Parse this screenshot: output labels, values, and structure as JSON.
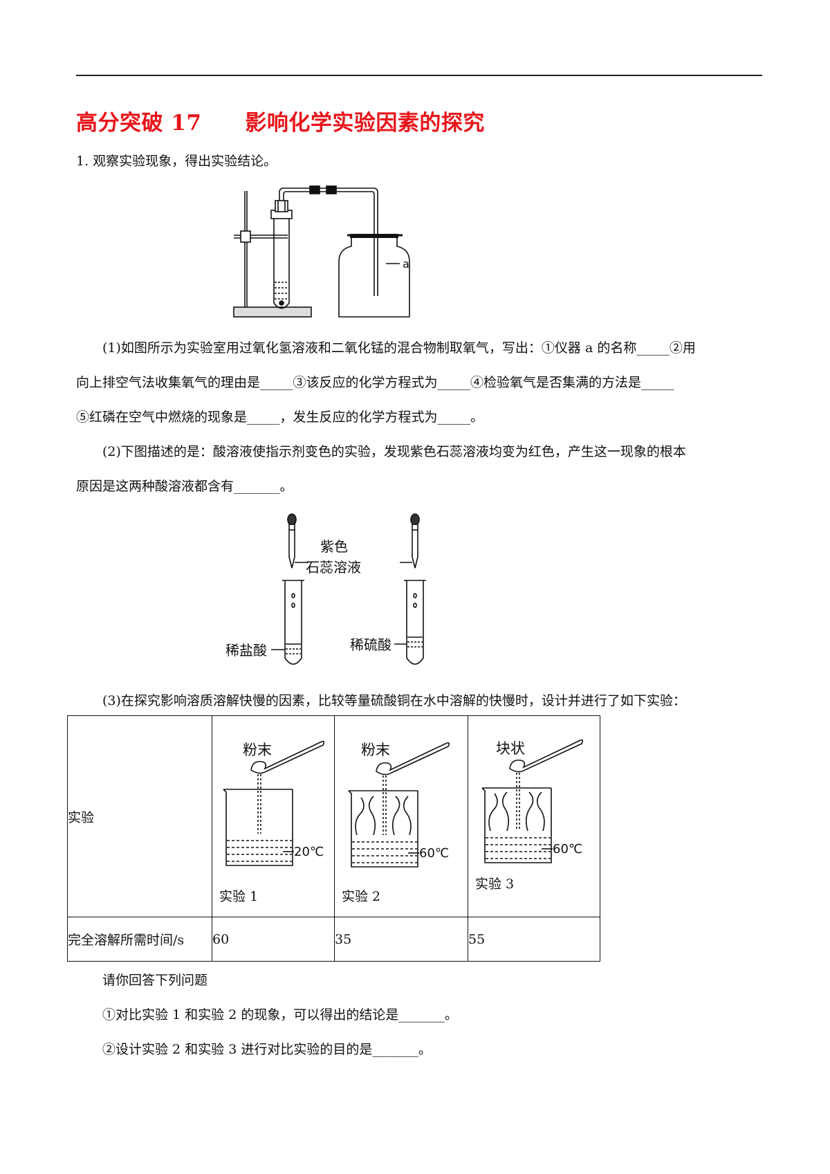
{
  "title": "高分突破 17　　影响化学实验因素的探究",
  "q1_intro": "1. 观察实验现象，得出实验结论。",
  "figure1": {
    "label_a": "a"
  },
  "part1": {
    "line1": "(1)如图所示为实验室用过氧化氢溶液和二氧化锰的混合物制取氧气，写出：①仪器 a 的名称_____②用",
    "line2": "向上排空气法收集氧气的理由是_____③该反应的化学方程式为_____④检验氧气是否集满的方法是_____",
    "line3": "⑤红磷在空气中燃烧的现象是_____，发生反应的化学方程式为_____。"
  },
  "part2": {
    "line1": "(2)下图描述的是：酸溶液使指示剂变色的实验，发现紫色石蕊溶液均变为红色，产生这一现象的根本",
    "line2": "原因是这两种酸溶液都含有_______。"
  },
  "figure2": {
    "label_top1": "紫色",
    "label_top2": "石蕊溶液",
    "label_left": "稀盐酸",
    "label_right": "稀硫酸"
  },
  "part3": {
    "line1": "(3)在探究影响溶质溶解快慢的因素，比较等量硫酸铜在水中溶解的快慢时，设计并进行了如下实验："
  },
  "table": {
    "row1_header": "实验",
    "row2_header": "完全溶解所需时间/s",
    "experiments": [
      {
        "form": "粉末",
        "temp": "20℃",
        "caption": "实验 1",
        "time": "60"
      },
      {
        "form": "粉末",
        "temp": "60℃",
        "caption": "实验 2",
        "time": "35"
      },
      {
        "form": "块状",
        "temp": "60℃",
        "caption": "实验 3",
        "time": "55"
      }
    ]
  },
  "answer": {
    "prompt": "请你回答下列问题",
    "q1": "①对比实验 1 和实验 2 的现象，可以得出的结论是_______。",
    "q2": "②设计实验 2 和实验 3 进行对比实验的目的是_______。"
  }
}
